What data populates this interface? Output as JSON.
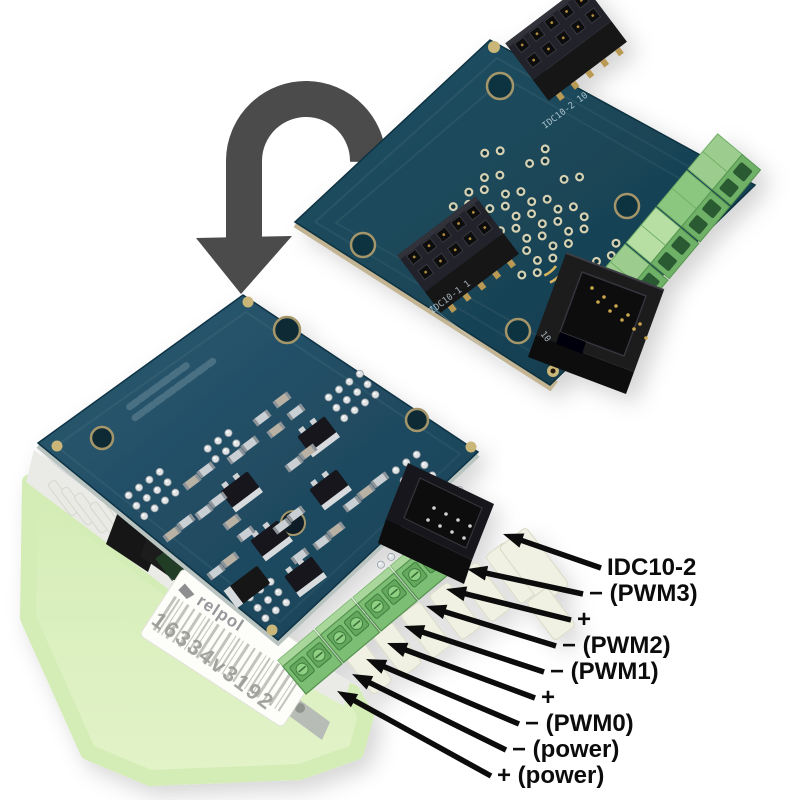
{
  "annotations": {
    "labels": [
      {
        "text": "IDC10-2"
      },
      {
        "text": "− (PWM3)"
      },
      {
        "text": "+"
      },
      {
        "text": "− (PWM2)"
      },
      {
        "text": "− (PWM1)"
      },
      {
        "text": "+"
      },
      {
        "text": "− (PWM0)"
      },
      {
        "text": "− (power)"
      },
      {
        "text": "+ (power)"
      }
    ]
  },
  "top_board": {
    "silkscreen_header_top": "IDC10-2 10",
    "silkscreen_header_bottom": "IDC10-1 1",
    "silkscreen_pin10": "10"
  },
  "sticker": {
    "brand": "relpol",
    "serial": "16334v3192"
  },
  "colors": {
    "pcb_blue": "#1d4a5e",
    "terminal_green": "#7cbe73",
    "socket_green": "#d9efbe",
    "label_black": "#0c0c0c",
    "arrow_gray": "#4b4b4b"
  }
}
